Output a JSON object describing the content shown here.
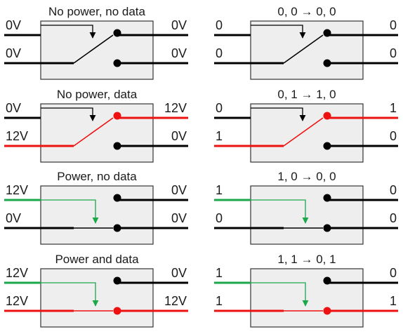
{
  "colors": {
    "wire_off": "#000000",
    "wire_power": "#1aa84a",
    "wire_data": "#ee1111",
    "box_fill": "#eeeeee",
    "box_stroke": "#333333"
  },
  "panels": [
    {
      "title": "No power, no data",
      "labels": {
        "in_top": "0V",
        "in_bottom": "0V",
        "out_top": "0V",
        "out_bottom": "0V"
      },
      "state": {
        "coil": "off",
        "data": "off",
        "contact": "normally-closed"
      }
    },
    {
      "title": "0, 0 → 0, 0",
      "labels": {
        "in_top": "0",
        "in_bottom": "0",
        "out_top": "0",
        "out_bottom": "0"
      },
      "state": {
        "coil": "off",
        "data": "off",
        "contact": "normally-closed"
      }
    },
    {
      "title": "No power, data",
      "labels": {
        "in_top": "0V",
        "in_bottom": "12V",
        "out_top": "12V",
        "out_bottom": "0V"
      },
      "state": {
        "coil": "off",
        "data": "on",
        "contact": "normally-closed"
      }
    },
    {
      "title": "0, 1 → 1, 0",
      "labels": {
        "in_top": "0",
        "in_bottom": "1",
        "out_top": "1",
        "out_bottom": "0"
      },
      "state": {
        "coil": "off",
        "data": "on",
        "contact": "normally-closed"
      }
    },
    {
      "title": "Power, no data",
      "labels": {
        "in_top": "12V",
        "in_bottom": "0V",
        "out_top": "0V",
        "out_bottom": "0V"
      },
      "state": {
        "coil": "on",
        "data": "off",
        "contact": "normally-open"
      }
    },
    {
      "title": "1, 0 → 0, 0",
      "labels": {
        "in_top": "1",
        "in_bottom": "0",
        "out_top": "0",
        "out_bottom": "0"
      },
      "state": {
        "coil": "on",
        "data": "off",
        "contact": "normally-open"
      }
    },
    {
      "title": "Power and data",
      "labels": {
        "in_top": "12V",
        "in_bottom": "12V",
        "out_top": "0V",
        "out_bottom": "12V"
      },
      "state": {
        "coil": "on",
        "data": "on",
        "contact": "normally-open"
      }
    },
    {
      "title": "1, 1 → 0, 1",
      "labels": {
        "in_top": "1",
        "in_bottom": "1",
        "out_top": "0",
        "out_bottom": "1"
      },
      "state": {
        "coil": "on",
        "data": "on",
        "contact": "normally-open"
      }
    }
  ]
}
